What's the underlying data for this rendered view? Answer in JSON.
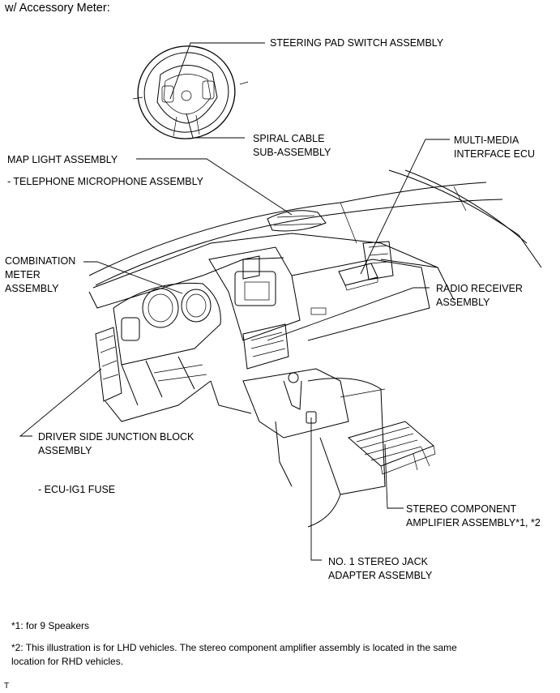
{
  "heading": "w/ Accessory Meter:",
  "labels": {
    "steering_pad": "STEERING PAD SWITCH ASSEMBLY",
    "spiral_cable": [
      "SPIRAL CABLE",
      "SUB-ASSEMBLY"
    ],
    "multi_media": [
      "MULTI-MEDIA",
      "INTERFACE ECU"
    ],
    "map_light": "MAP LIGHT ASSEMBLY",
    "telephone_mic": "- TELEPHONE MICROPHONE ASSEMBLY",
    "combination_meter": [
      "COMBINATION",
      "METER",
      "ASSEMBLY"
    ],
    "radio_receiver": [
      "RADIO RECEIVER",
      "ASSEMBLY"
    ],
    "driver_jb": [
      "DRIVER SIDE JUNCTION BLOCK",
      "ASSEMBLY"
    ],
    "ecu_fuse": "- ECU-IG1 FUSE",
    "stereo_amp": [
      "STEREO COMPONENT",
      "AMPLIFIER ASSEMBLY*1, *2"
    ],
    "stereo_jack": [
      "NO. 1 STEREO JACK",
      "ADAPTER ASSEMBLY"
    ]
  },
  "notes": {
    "note1": "*1: for 9 Speakers",
    "note2": [
      "*2: This illustration is for LHD vehicles. The stereo component amplifier assembly is located in the same",
      "location for RHD vehicles."
    ]
  },
  "footer_mark": "T"
}
